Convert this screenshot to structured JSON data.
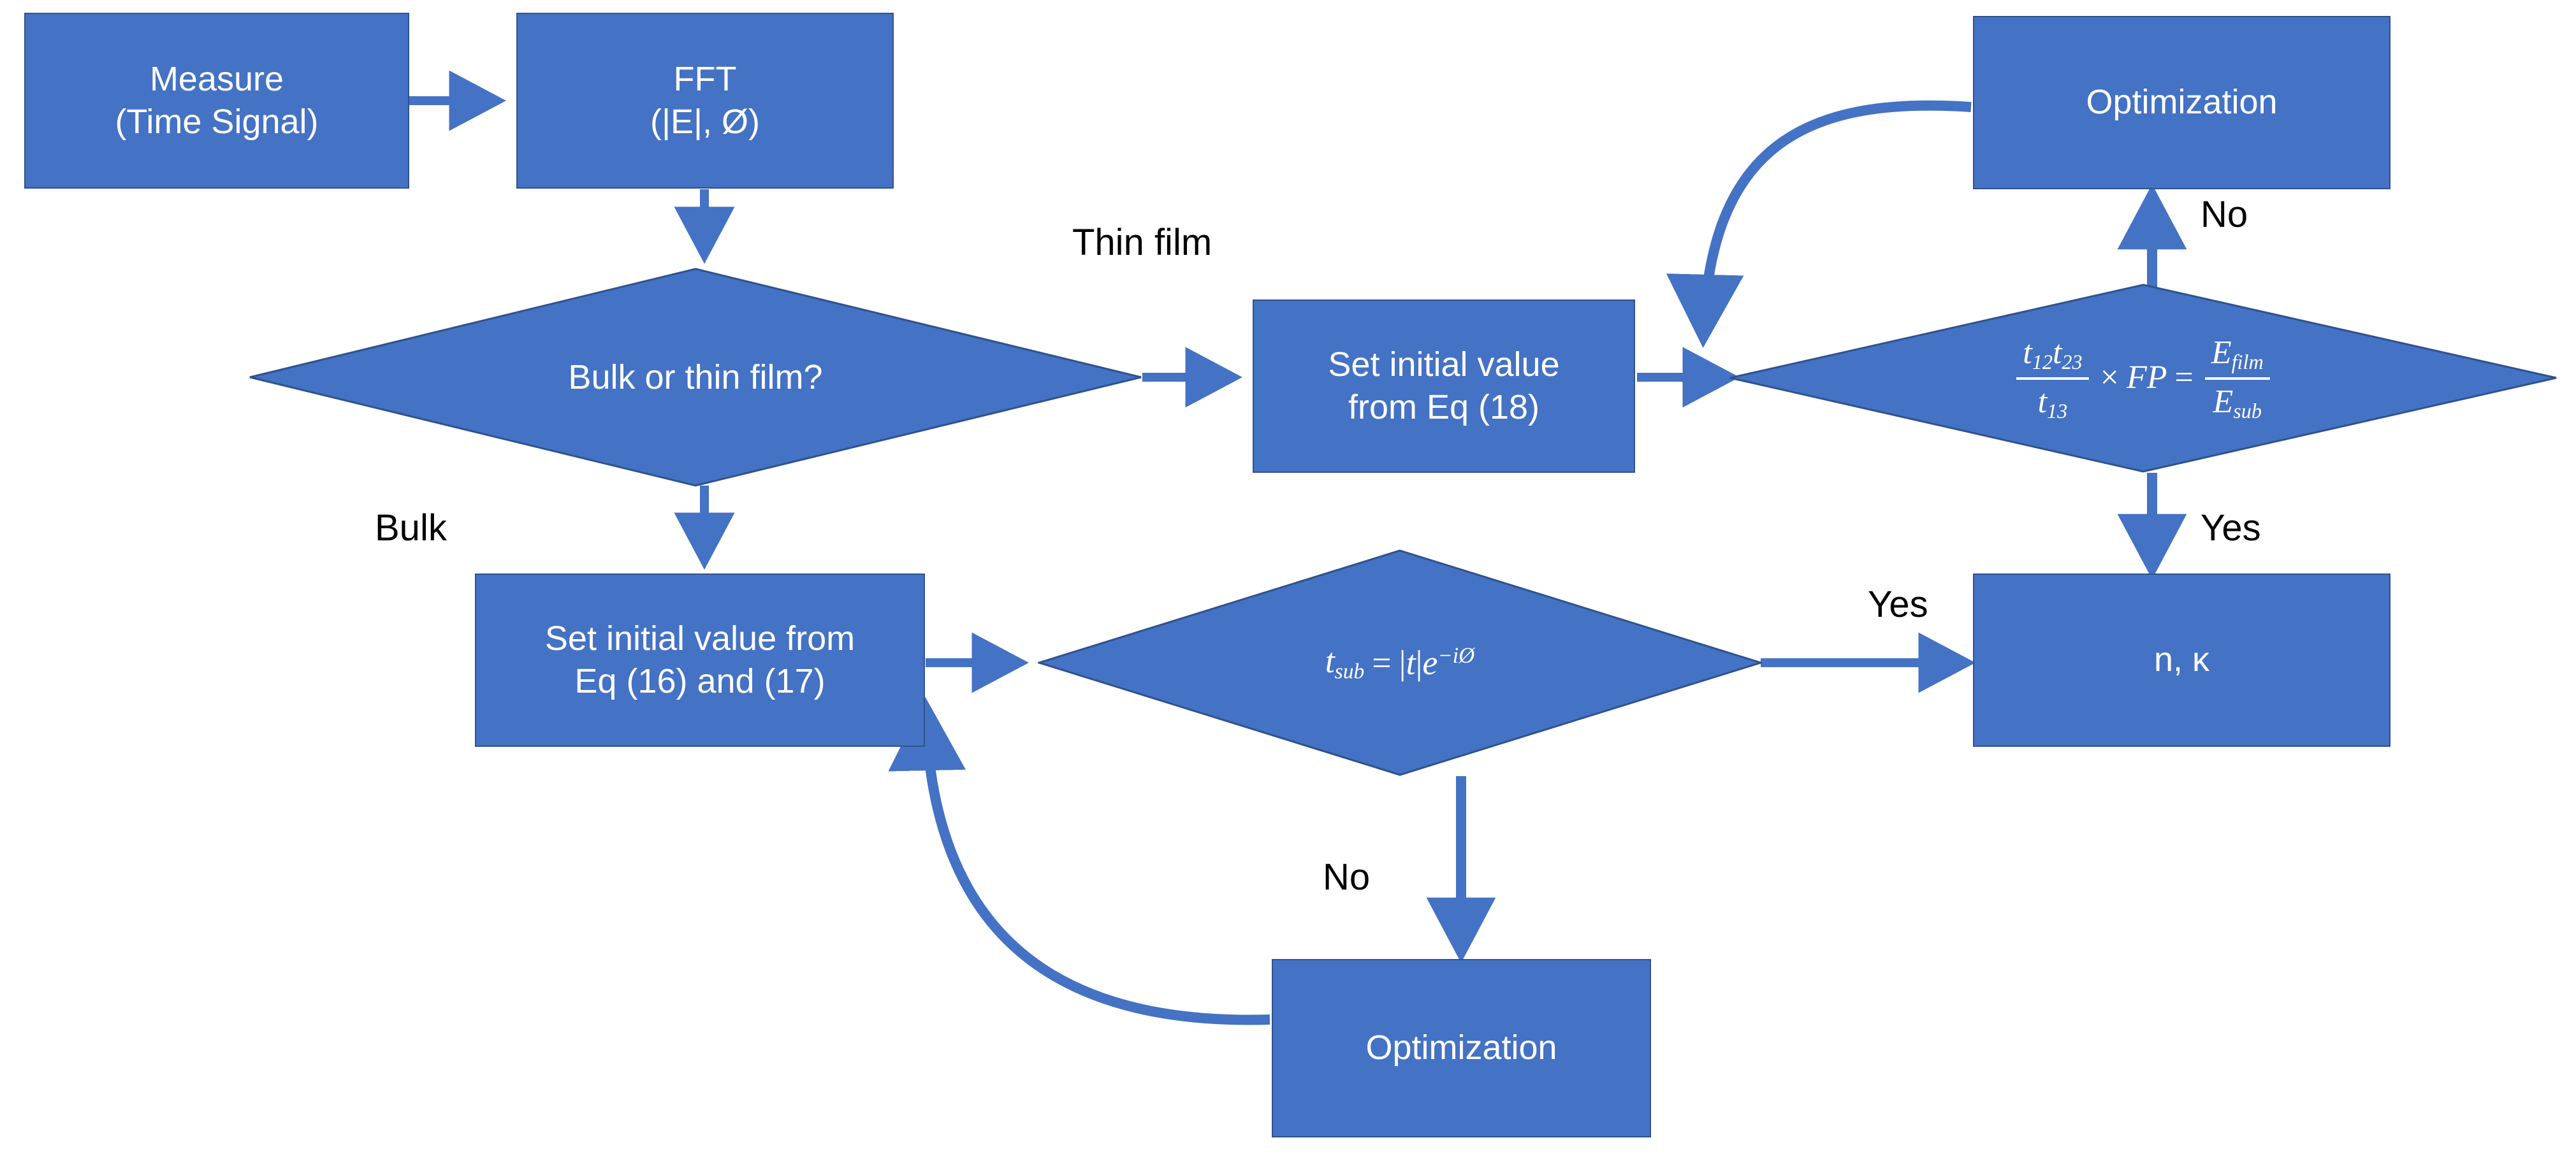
{
  "diagram": {
    "title": "THz time-domain spectroscopy parameter extraction flowchart",
    "type": "flowchart",
    "colors": {
      "node_fill": "#4472C4",
      "node_border": "#2F528F",
      "node_text": "#FFFFFF",
      "arrow": "#4472C4",
      "edge_label_text": "#000000",
      "background": "#FFFFFF"
    }
  },
  "nodes": {
    "measure": {
      "shape": "process",
      "text": "Measure\n(Time Signal)"
    },
    "fft": {
      "shape": "process",
      "text": "FFT\n(|E|, Ø)"
    },
    "decision_material": {
      "shape": "decision",
      "text": "Bulk or thin film?"
    },
    "set_initial_18": {
      "shape": "process",
      "text": "Set initial value\nfrom Eq (18)"
    },
    "decision_film_eq": {
      "shape": "decision",
      "equation_parts": {
        "num": "t₁₂t₂₃",
        "den": "t₁₃",
        "times": "×",
        "fp": "FP",
        "equals": "=",
        "rhs_num": "E_film",
        "rhs_den": "E_sub"
      },
      "text_plain": "(t12 t23 / t13) × FP = E_film / E_sub"
    },
    "optimization_top": {
      "shape": "process",
      "text": "Optimization"
    },
    "result_nk": {
      "shape": "process",
      "text": "n, κ"
    },
    "set_initial_16_17": {
      "shape": "process",
      "text": "Set initial value from\nEq (16) and (17)"
    },
    "decision_tsub": {
      "shape": "decision",
      "equation_parts": {
        "lhs": "t_sub",
        "equals": "=",
        "rhs": "|t|e^{-iØ}"
      },
      "text_plain": "t_sub = |t|e^(-iØ)"
    },
    "optimization_bottom": {
      "shape": "process",
      "text": "Optimization"
    }
  },
  "edge_labels": {
    "thin_film": "Thin film",
    "bulk": "Bulk",
    "no_top_right": "No",
    "yes_right": "Yes",
    "yes_middle": "Yes",
    "no_bottom": "No"
  },
  "edges": [
    {
      "from": "measure",
      "to": "fft",
      "label": ""
    },
    {
      "from": "fft",
      "to": "decision_material",
      "label": ""
    },
    {
      "from": "decision_material",
      "to": "set_initial_18",
      "label": "Thin film"
    },
    {
      "from": "decision_material",
      "to": "set_initial_16_17",
      "label": "Bulk"
    },
    {
      "from": "set_initial_18",
      "to": "decision_film_eq",
      "label": ""
    },
    {
      "from": "decision_film_eq",
      "to": "optimization_top",
      "label": "No"
    },
    {
      "from": "optimization_top",
      "to": "decision_film_eq",
      "label": ""
    },
    {
      "from": "decision_film_eq",
      "to": "result_nk",
      "label": "Yes"
    },
    {
      "from": "set_initial_16_17",
      "to": "decision_tsub",
      "label": ""
    },
    {
      "from": "decision_tsub",
      "to": "result_nk",
      "label": "Yes"
    },
    {
      "from": "decision_tsub",
      "to": "optimization_bottom",
      "label": "No"
    },
    {
      "from": "optimization_bottom",
      "to": "set_initial_16_17",
      "label": ""
    }
  ]
}
